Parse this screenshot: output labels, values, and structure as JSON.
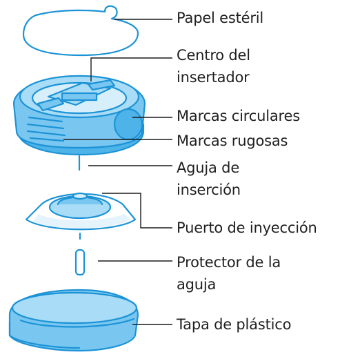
{
  "labels": {
    "papel_esteril": "Papel estéril",
    "centro_line1": "Centro del",
    "centro_line2": "insertador",
    "marcas_circulares": "Marcas circulares",
    "marcas_rugosas": "Marcas rugosas",
    "aguja_line1": "Aguja de",
    "aguja_line2": "inserción",
    "puerto": "Puerto de inyección",
    "protector_line1": "Protector de la",
    "protector_line2": "aguja",
    "tapa": "Tapa de plástico"
  },
  "colors": {
    "outline": "#1c93d6",
    "fill_light": "#a9dcf6",
    "fill_mid": "#79c7f0",
    "fill_dark": "#4eb3e8",
    "leader": "#1a1a1a",
    "text": "#1f1f1f"
  }
}
